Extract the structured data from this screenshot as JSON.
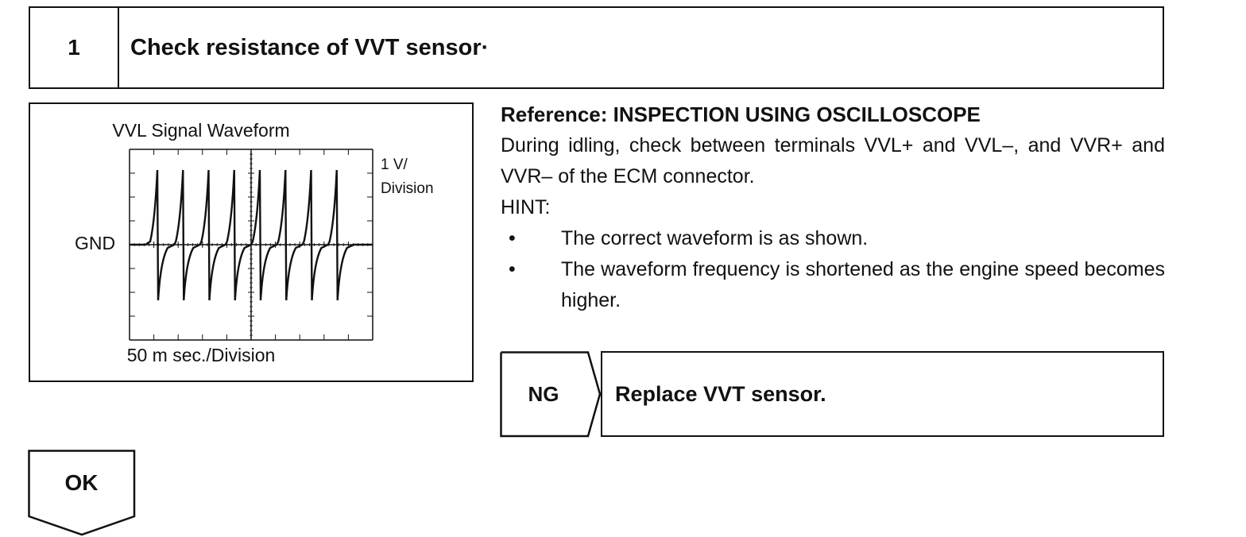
{
  "step": {
    "number": "1",
    "title": "Check resistance of VVT sensor·"
  },
  "waveform": {
    "title": "VVL Signal Waveform",
    "x_division": "50 m sec./Division",
    "y_division_line1": "1 V/",
    "y_division_line2": "Division",
    "gnd_label": "GND",
    "pulses": 8
  },
  "reference": {
    "heading": "Reference: INSPECTION USING OSCILLOSCOPE",
    "text": "During idling, check between terminals VVL+ and VVL–, and VVR+ and VVR– of the ECM connector.",
    "hint_label": "HINT:",
    "bullet_symbol": "•",
    "bullets": [
      "The correct waveform is as shown.",
      "The waveform frequency is shortened as the engine speed becomes higher."
    ]
  },
  "ng": {
    "label": "NG",
    "action": "Replace VVT sensor."
  },
  "ok": {
    "label": "OK"
  }
}
